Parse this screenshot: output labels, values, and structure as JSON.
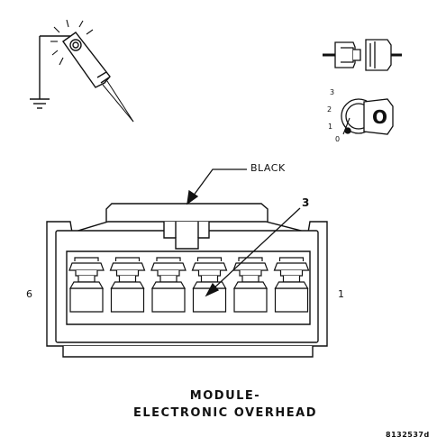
{
  "callouts": {
    "black": "BLACK",
    "terminal": "3",
    "left_pin": "6",
    "right_pin": "1"
  },
  "ignition_positions": [
    "3",
    "2",
    "1",
    "0"
  ],
  "key_symbol": "O",
  "title": {
    "line1": "MODULE-",
    "line2": "ELECTRONIC OVERHEAD"
  },
  "figure_id": "8132537d",
  "icons": {
    "test_light": "test-light-icon",
    "ground": "ground-icon",
    "connector_disconnect": "connector-disconnect-icon",
    "ignition_switch": "ignition-switch-icon"
  },
  "colors": {
    "ink": "#111111",
    "background": "#ffffff"
  }
}
